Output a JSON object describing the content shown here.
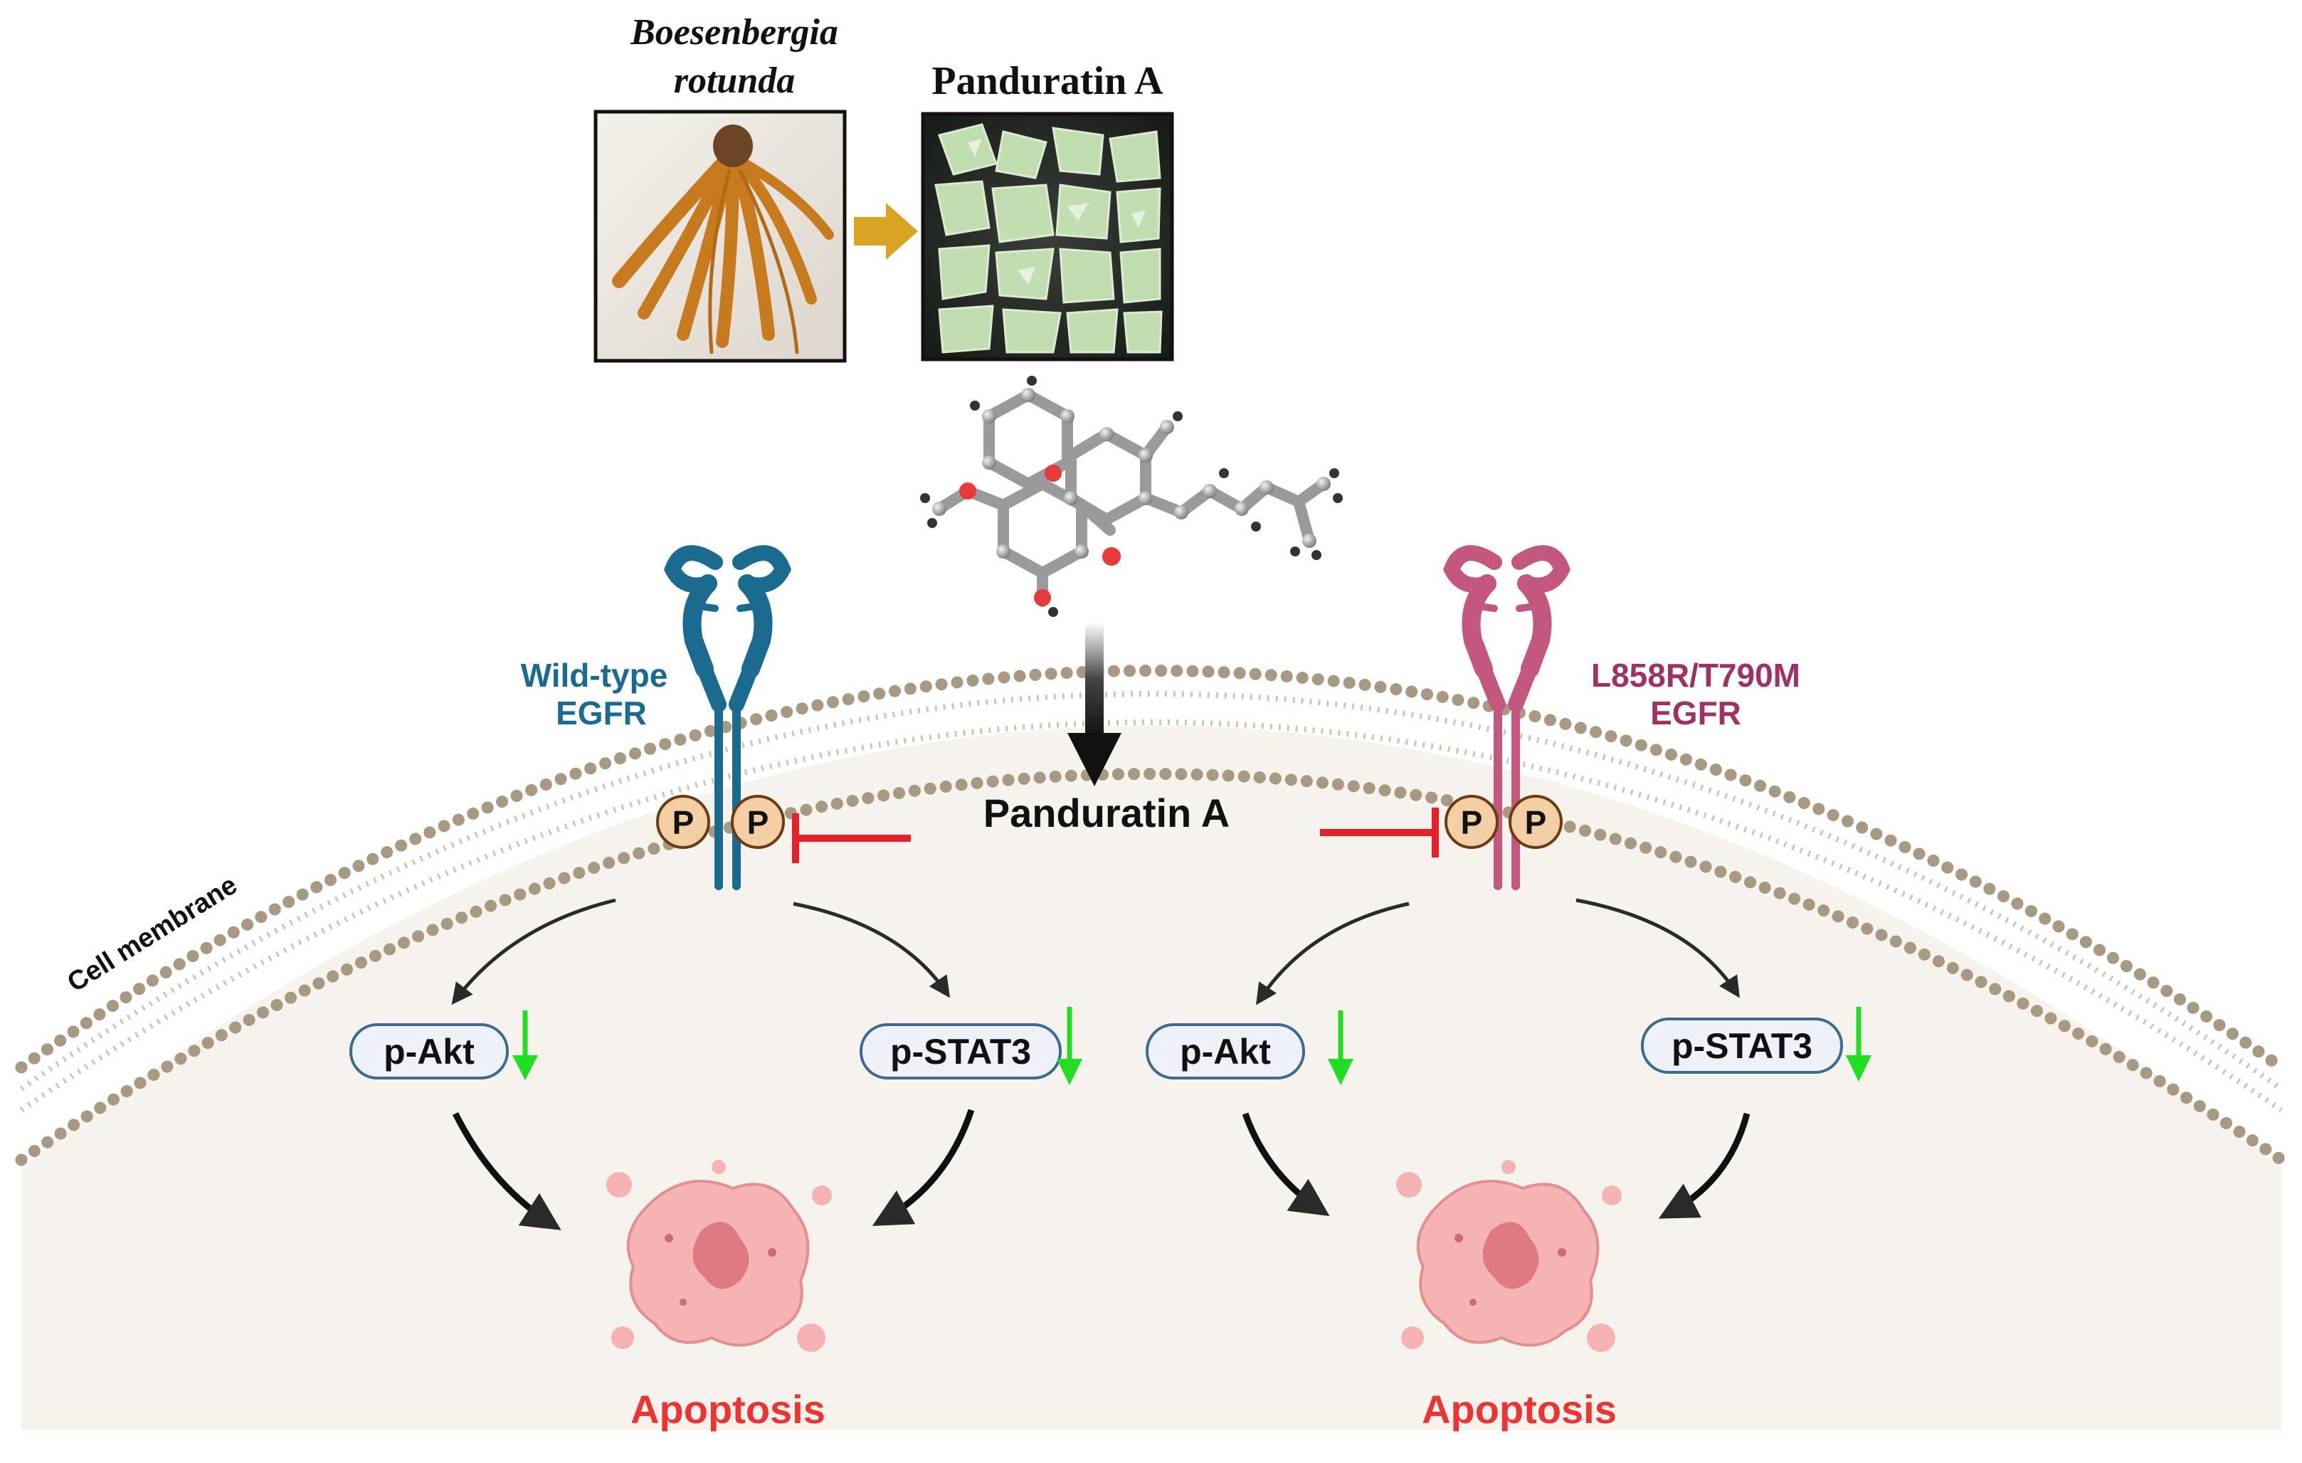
{
  "header": {
    "plant_name_line1": "Boesenbergia",
    "plant_name_line2": "rotunda",
    "compound_photo_title": "Panduratin A"
  },
  "center_label": "Panduratin A",
  "membrane_label": "Cell membrane",
  "receptors": {
    "wild_type": {
      "line1": "Wild-type",
      "line2": "EGFR",
      "color": "#1a6b8f"
    },
    "mutant": {
      "line1": "L858R/T790M",
      "line2": "EGFR",
      "color": "#c3577f"
    }
  },
  "phospho_label": "P",
  "left_pathway": {
    "akt": "p-Akt",
    "stat3": "p-STAT3",
    "outcome": "Apoptosis"
  },
  "right_pathway": {
    "akt": "p-Akt",
    "stat3": "p-STAT3",
    "outcome": "Apoptosis"
  },
  "colors": {
    "inhibition": "#e8202a",
    "downregulation": "#22dd22",
    "apoptosis_text": "#ee3333",
    "membrane": "#a89a82",
    "cell_interior": "#f6f3ef"
  }
}
